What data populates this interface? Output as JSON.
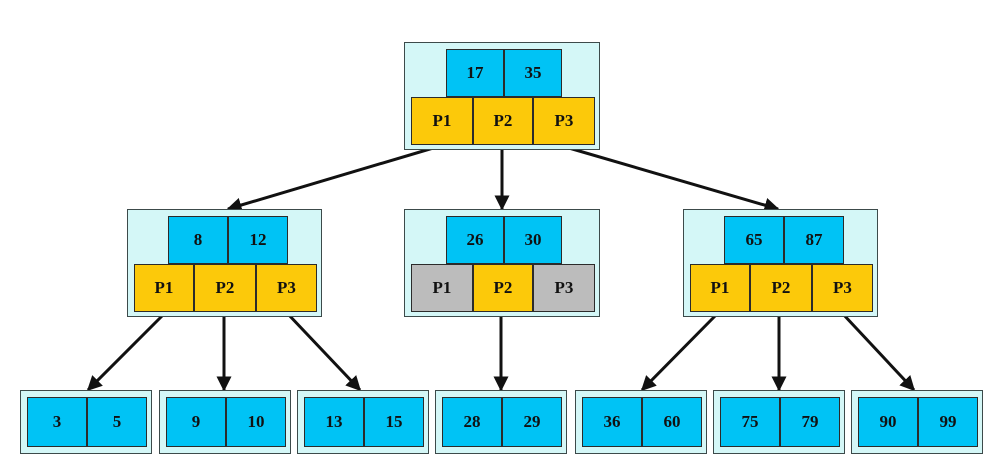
{
  "colors": {
    "key_fill": "#00c3f5",
    "pointer_fill": "#fcc90a",
    "null_pointer_fill": "#bcbcbc",
    "node_background": "#d4f7f7",
    "edge": "#111111"
  },
  "tree": {
    "root": {
      "keys": [
        "17",
        "35"
      ],
      "pointers": [
        {
          "label": "P1",
          "active": true
        },
        {
          "label": "P2",
          "active": true
        },
        {
          "label": "P3",
          "active": true
        }
      ]
    },
    "internal": [
      {
        "keys": [
          "8",
          "12"
        ],
        "pointers": [
          {
            "label": "P1",
            "active": true
          },
          {
            "label": "P2",
            "active": true
          },
          {
            "label": "P3",
            "active": true
          }
        ]
      },
      {
        "keys": [
          "26",
          "30"
        ],
        "pointers": [
          {
            "label": "P1",
            "active": false
          },
          {
            "label": "P2",
            "active": true
          },
          {
            "label": "P3",
            "active": false
          }
        ]
      },
      {
        "keys": [
          "65",
          "87"
        ],
        "pointers": [
          {
            "label": "P1",
            "active": true
          },
          {
            "label": "P2",
            "active": true
          },
          {
            "label": "P3",
            "active": true
          }
        ]
      }
    ],
    "leaves": [
      {
        "keys": [
          "3",
          "5"
        ]
      },
      {
        "keys": [
          "9",
          "10"
        ]
      },
      {
        "keys": [
          "13",
          "15"
        ]
      },
      {
        "keys": [
          "28",
          "29"
        ]
      },
      {
        "keys": [
          "36",
          "60"
        ]
      },
      {
        "keys": [
          "75",
          "79"
        ]
      },
      {
        "keys": [
          "90",
          "99"
        ]
      }
    ]
  }
}
